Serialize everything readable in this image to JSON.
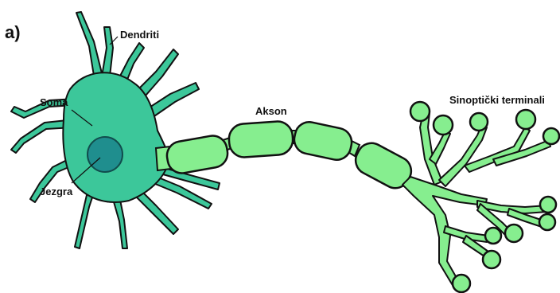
{
  "panel_label": "a)",
  "labels": {
    "dendrites": "Dendriti",
    "soma": "Soma",
    "nucleus": "Jezgra",
    "axon": "Akson",
    "terminals": "Sinoptički terminali"
  },
  "colors": {
    "soma_fill": "#3cc79a",
    "axon_fill": "#86ee8f",
    "nucleus_fill": "#1f8e8e",
    "outline": "#111111"
  }
}
